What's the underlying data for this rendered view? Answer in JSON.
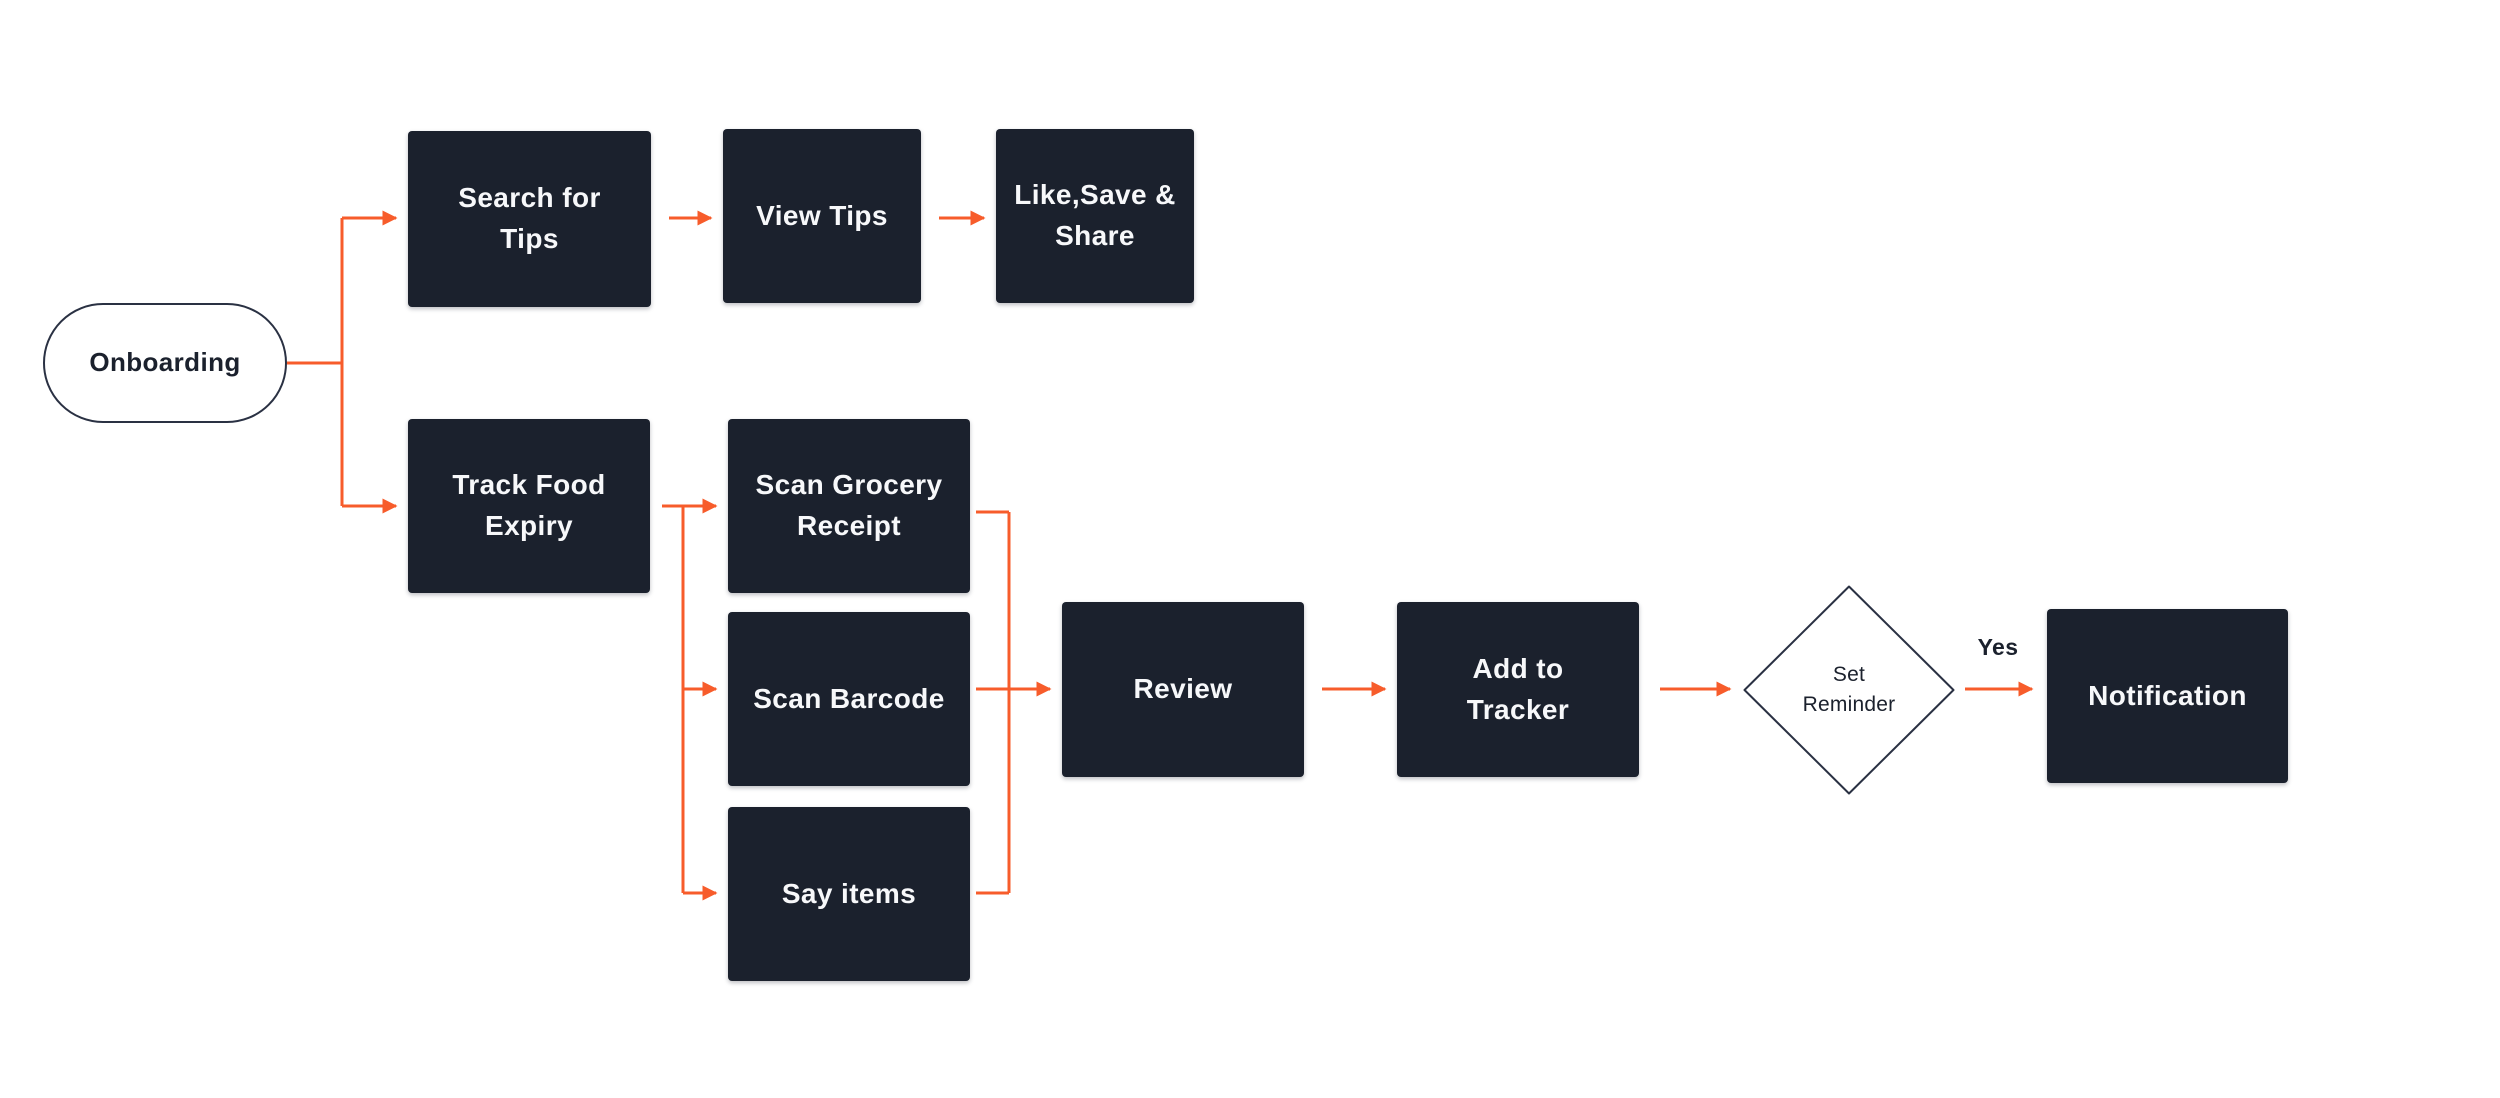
{
  "diagram": {
    "type": "flowchart",
    "colors": {
      "background": "#ffffff",
      "node_fill": "#1b212d",
      "node_text": "#f7f8fa",
      "connector": "#f75c2b",
      "outline": "#2a3143",
      "label_text": "#1b212d"
    },
    "nodes": {
      "onboarding": {
        "label": "Onboarding",
        "shape": "terminator"
      },
      "search_for_tips": {
        "label": "Search for\nTips",
        "shape": "process"
      },
      "view_tips": {
        "label": "View Tips",
        "shape": "process"
      },
      "like_save_share": {
        "label": "Like,Save &\nShare",
        "shape": "process"
      },
      "track_food_expiry": {
        "label": "Track Food\nExpiry",
        "shape": "process"
      },
      "scan_grocery_receipt": {
        "label": "Scan Grocery\nReceipt",
        "shape": "process"
      },
      "scan_barcode": {
        "label": "Scan Barcode",
        "shape": "process"
      },
      "say_items": {
        "label": "Say items",
        "shape": "process"
      },
      "review": {
        "label": "Review",
        "shape": "process"
      },
      "add_to_tracker": {
        "label": "Add to\nTracker",
        "shape": "process"
      },
      "set_reminder": {
        "label": "Set\nReminder",
        "shape": "decision"
      },
      "notification": {
        "label": "Notification",
        "shape": "process"
      }
    },
    "edge_labels": {
      "yes": "Yes"
    },
    "edges": [
      {
        "from": "onboarding",
        "to": "search_for_tips"
      },
      {
        "from": "onboarding",
        "to": "track_food_expiry"
      },
      {
        "from": "search_for_tips",
        "to": "view_tips"
      },
      {
        "from": "view_tips",
        "to": "like_save_share"
      },
      {
        "from": "track_food_expiry",
        "to": "scan_grocery_receipt"
      },
      {
        "from": "track_food_expiry",
        "to": "scan_barcode"
      },
      {
        "from": "track_food_expiry",
        "to": "say_items"
      },
      {
        "from": "scan_grocery_receipt",
        "to": "review"
      },
      {
        "from": "scan_barcode",
        "to": "review"
      },
      {
        "from": "say_items",
        "to": "review"
      },
      {
        "from": "review",
        "to": "add_to_tracker"
      },
      {
        "from": "add_to_tracker",
        "to": "set_reminder"
      },
      {
        "from": "set_reminder",
        "to": "notification",
        "label": "Yes"
      }
    ]
  }
}
